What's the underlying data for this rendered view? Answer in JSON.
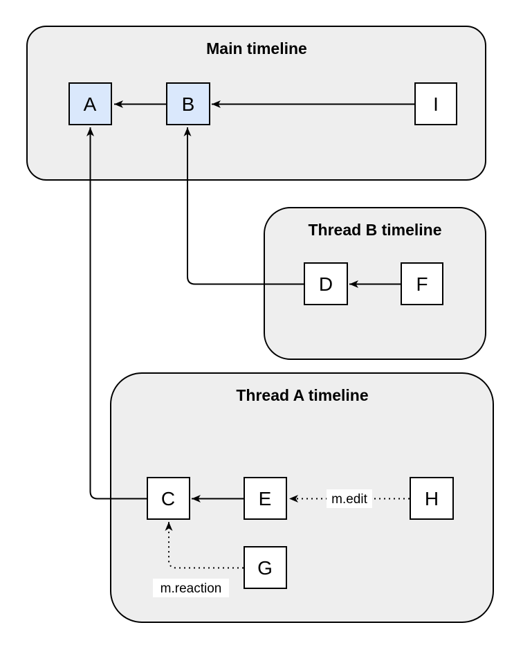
{
  "diagram": {
    "groups": {
      "main": {
        "title": "Main timeline"
      },
      "thread_b": {
        "title": "Thread B timeline"
      },
      "thread_a": {
        "title": "Thread A timeline"
      }
    },
    "nodes": {
      "a": "A",
      "b": "B",
      "c": "C",
      "d": "D",
      "e": "E",
      "f": "F",
      "g": "G",
      "h": "H",
      "i": "I"
    },
    "edge_labels": {
      "edit": "m.edit",
      "reaction": "m.reaction"
    },
    "colors": {
      "group_fill": "#eeeeee",
      "group_stroke": "#000000",
      "node_fill": "#ffffff",
      "highlighted_node_fill": "#dae8fc",
      "node_stroke": "#000000",
      "edge": "#000000",
      "label_background": "#ffffff",
      "text": "#000000"
    }
  }
}
